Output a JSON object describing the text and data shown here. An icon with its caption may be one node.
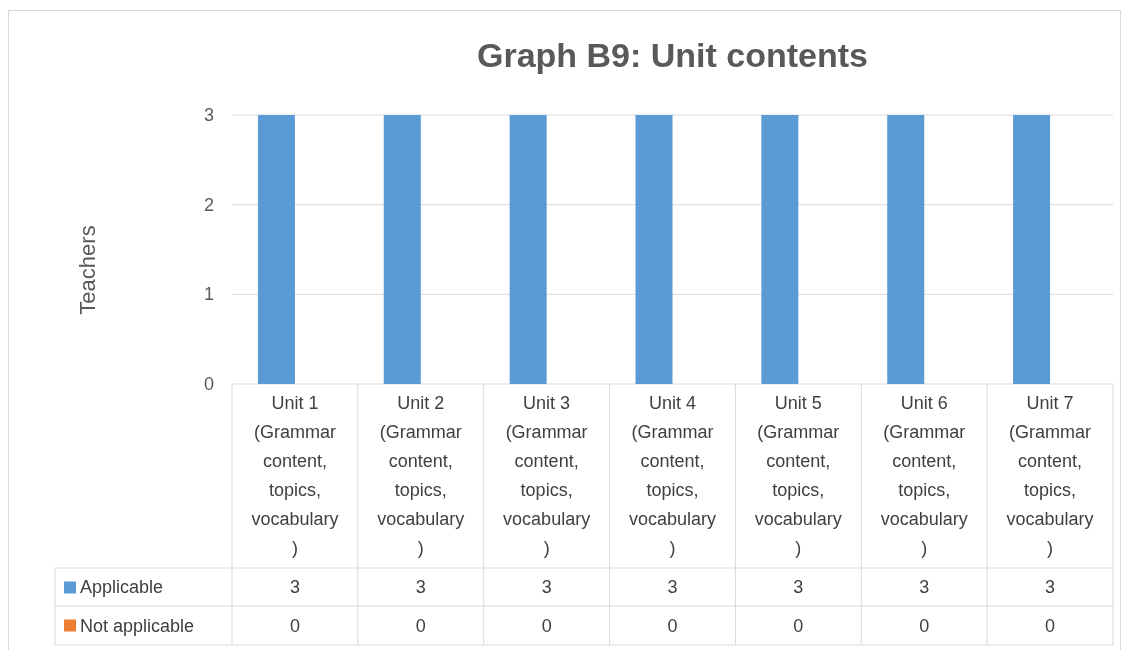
{
  "diagram": {
    "chart_data": {
      "type": "bar",
      "title": "Graph B9: Unit contents",
      "ylabel": "Teachers",
      "categories": [
        "Unit 1 (Grammar content, topics, vocabulary )",
        "Unit 2 (Grammar content, topics, vocabulary )",
        "Unit 3 (Grammar content, topics, vocabulary )",
        "Unit 4 (Grammar content, topics, vocabulary )",
        "Unit 5 (Grammar content, topics, vocabulary )",
        "Unit 6 (Grammar content, topics, vocabulary )",
        "Unit 7 (Grammar content, topics, vocabulary )"
      ],
      "series": [
        {
          "name": "Applicable",
          "color": "#5b9bd5",
          "values": [
            3,
            3,
            3,
            3,
            3,
            3,
            3
          ]
        },
        {
          "name": "Not applicable",
          "color": "#ed7d31",
          "values": [
            0,
            0,
            0,
            0,
            0,
            0,
            0
          ]
        }
      ],
      "ylim": [
        0,
        3
      ],
      "yticks": [
        0,
        1,
        2,
        3
      ]
    },
    "labels": [
      "3",
      "3",
      "3",
      "3",
      "3",
      "3",
      "3",
      "0",
      "0",
      "0",
      "0",
      "0",
      "0",
      "0"
    ]
  }
}
